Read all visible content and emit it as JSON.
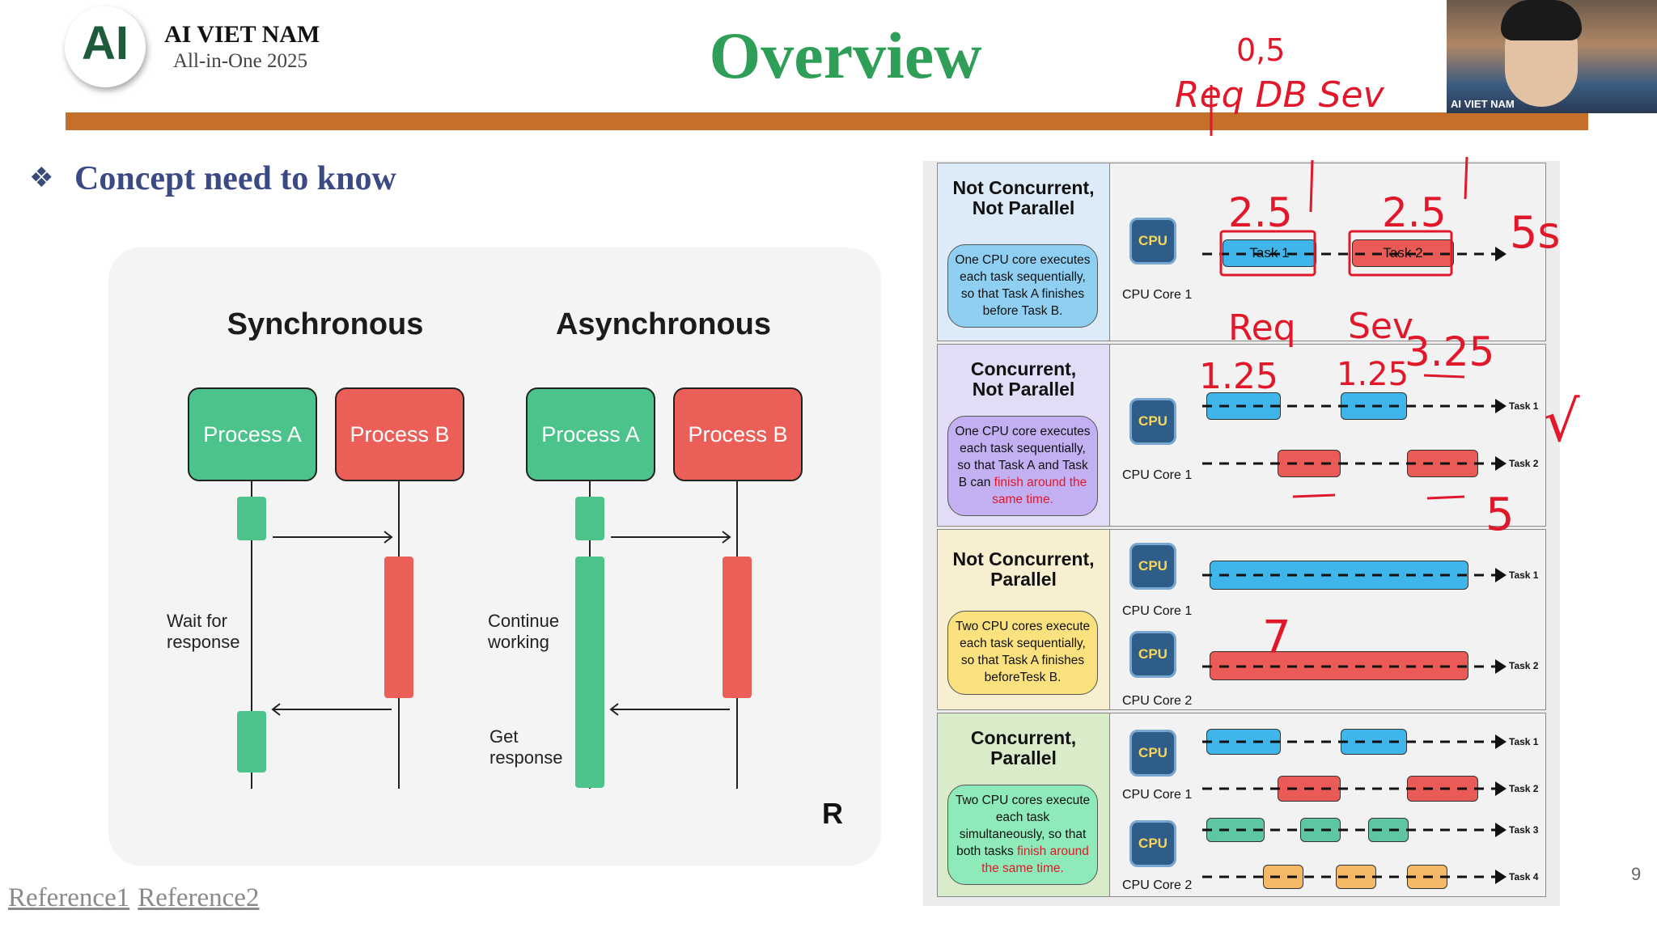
{
  "header": {
    "logo_text": "AI",
    "brand_name": "AI VIET NAM",
    "brand_sub": "All-in-One 2025",
    "title": "Overview"
  },
  "colors": {
    "accent_bar": "#c4702a",
    "title_green": "#2f9e56",
    "heading_blue": "#3b4a85",
    "annotation_red": "#e0182a"
  },
  "section": {
    "bullet_icon": "diamond-bullet-icon",
    "heading": "Concept need to know"
  },
  "diagram": {
    "sync_title": "Synchronous",
    "async_title": "Asynchronous",
    "process_a": "Process A",
    "process_b": "Process B",
    "wait_line1": "Wait for",
    "wait_line2": "response",
    "continue_line1": "Continue",
    "continue_line2": "working",
    "get_line1": "Get",
    "get_line2": "response",
    "corner_logo": "R"
  },
  "references": [
    "Reference1",
    "Reference2"
  ],
  "panel": {
    "rows": [
      {
        "title1": "Not Concurrent,",
        "title2": "Not Parallel",
        "desc": "One CPU core executes each task sequentially, so that Task A finishes before Task B.",
        "core1": "CPU Core 1",
        "task1": "Task 1",
        "task2": "Task 2"
      },
      {
        "title1": "Concurrent,",
        "title2": "Not Parallel",
        "desc_a": "One CPU core executes each task sequentially, so that Task A and Task B can ",
        "desc_hl": "finish around the same time.",
        "core1": "CPU Core 1",
        "task1": "Task 1",
        "task2": "Task 2"
      },
      {
        "title1": "Not Concurrent,",
        "title2": "Parallel",
        "desc": "Two CPU cores execute each task sequentially, so that Task A finishes beforeTesk B.",
        "core1": "CPU Core 1",
        "core2": "CPU Core 2",
        "task1": "Task 1",
        "task2": "Task 2"
      },
      {
        "title1": "Concurrent,",
        "title2": "Parallel",
        "desc_a": "Two CPU cores execute each task simultaneously, so that both tasks ",
        "desc_hl": "finish around the same time.",
        "core1": "CPU Core 1",
        "core2": "CPU Core 2",
        "task1": "Task 1",
        "task2": "Task 2",
        "task3": "Task 3",
        "task4": "Task 4"
      }
    ],
    "cpu_text": "CPU"
  },
  "annotations": {
    "a1": "0,5",
    "a2": "Req DB Sev",
    "a3": "2.5",
    "a4": "2.5",
    "a5": "5s",
    "a6": "Req",
    "a7": "Sev",
    "a8": "3.25",
    "a9": "1.25",
    "a10": "1.25",
    "a11": "5",
    "a12": "√",
    "a13": "7"
  },
  "webcam": {
    "label": "AI VIET NAM"
  },
  "page_number": "9"
}
